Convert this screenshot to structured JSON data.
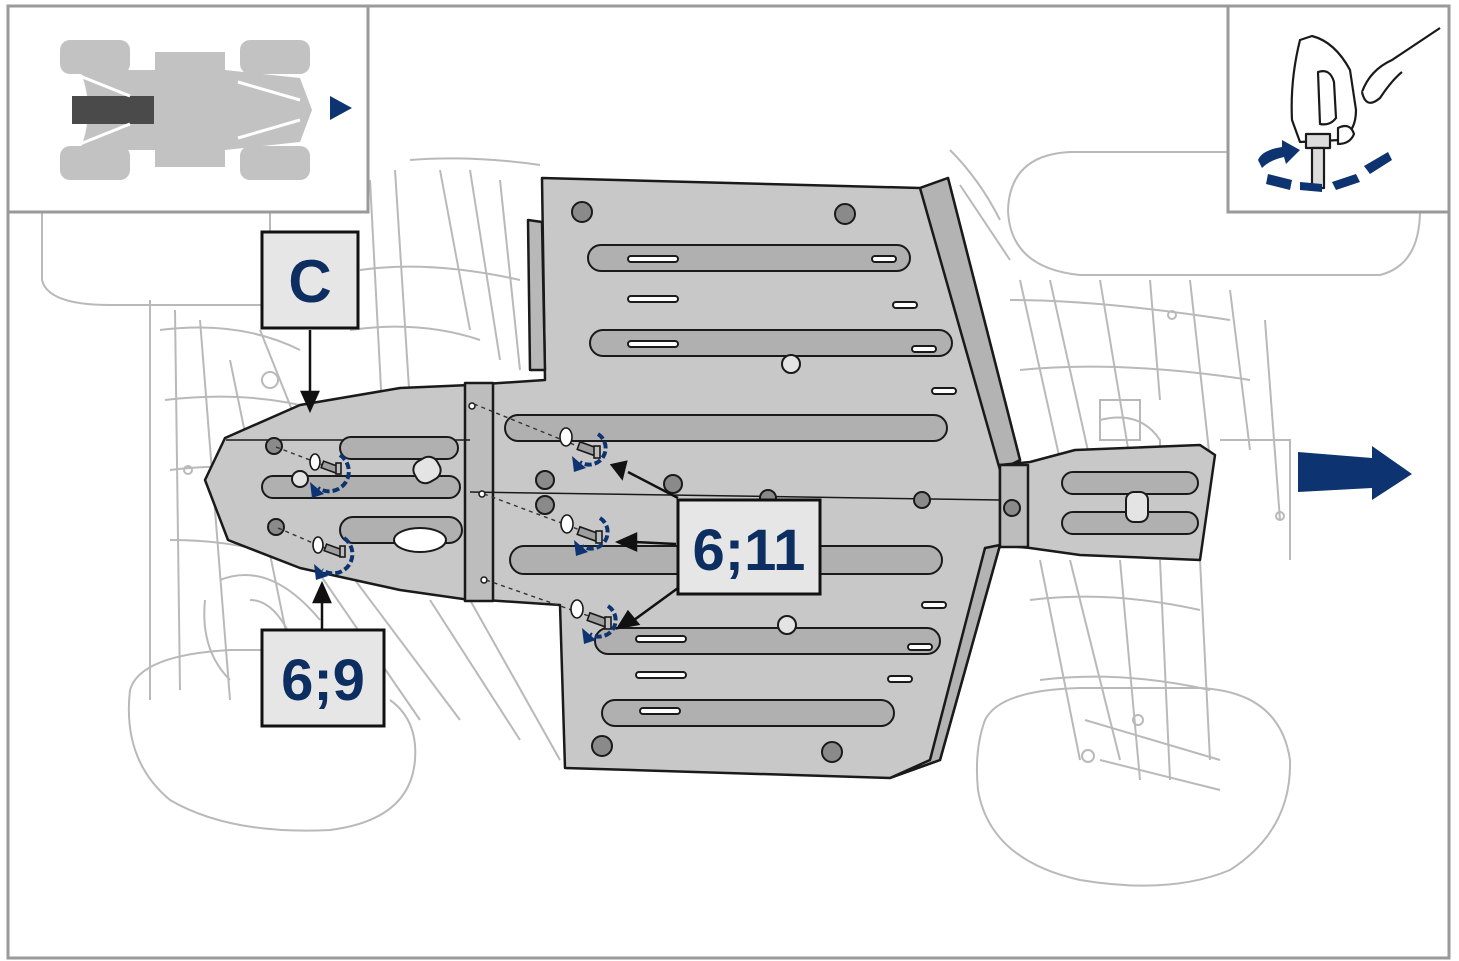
{
  "labels": {
    "part": "C",
    "front_fasteners": "6;9",
    "center_fasteners": "6;11"
  },
  "colors": {
    "frame": "#9a9a9a",
    "line_art": "#b9b9b9",
    "plate": "#c8c8c8",
    "plate_outline": "#1a1a1a",
    "slot": "#b0b0b0",
    "accent": "#0d3470",
    "inset_vehicle": "#c2c2c2",
    "inset_highlight": "#4a4a4a",
    "label_bg": "#e6e6e6",
    "label_text": "#0d2e60"
  },
  "icons": {
    "inset_left": "vehicle-top-view-icon",
    "inset_right": "hand-tightening-icon",
    "direction": "direction-arrow-icon"
  }
}
